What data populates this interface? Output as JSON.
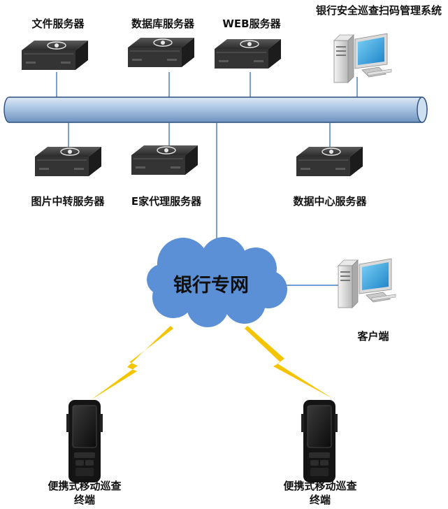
{
  "nodes": {
    "file_server": "文件服务器",
    "database_server": "数据库服务器",
    "web_server": "WEB服务器",
    "bank_system": "银行安全巡查扫码管理系统",
    "image_relay_server": "图片中转服务器",
    "e_home_proxy_server": "E家代理服务器",
    "data_center_server": "数据中心服务器",
    "client": "客户端",
    "terminal_left_line1": "便携式移动巡查",
    "terminal_left_line2": "终端",
    "terminal_right_line1": "便携式移动巡查",
    "terminal_right_line2": "终端"
  },
  "network": {
    "cloud_label": "银行专网"
  },
  "colors": {
    "bus_fill": "#a9c4e3",
    "bus_stroke": "#2b4e7c",
    "connector": "#3f7ac0",
    "cloud": "#5b8fd6",
    "lightning": "#f5c400",
    "server_body": "#2b2b2b"
  }
}
